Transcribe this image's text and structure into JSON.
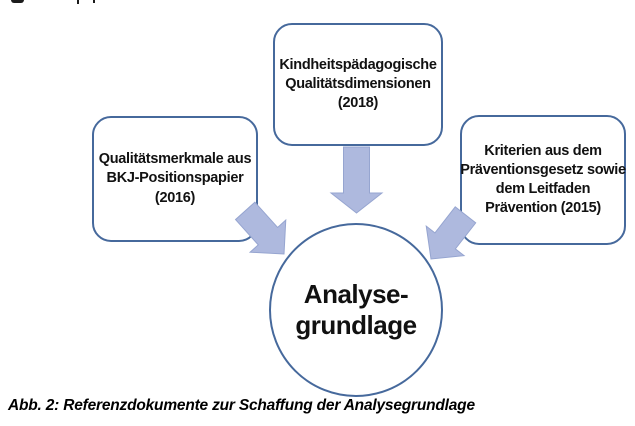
{
  "colors": {
    "box_border": "#46699c",
    "arrow_fill": "#aeb9de",
    "arrow_edge": "#96a5d0",
    "text": "#111111",
    "background": "#ffffff"
  },
  "diagram": {
    "boxes": [
      {
        "id": "left",
        "text": "Qualitätsmerkmale aus\nBKJ-Positionspapier\n(2016)"
      },
      {
        "id": "top",
        "text": "Kindheitspädagogische\nQualitätsdimensionen\n(2018)"
      },
      {
        "id": "right",
        "text": "Kriterien aus dem\nPräventionsgesetz sowie\ndem Leitfaden\nPrävention (2015)"
      }
    ],
    "center": {
      "text": "Analyse-\ngrundlage"
    },
    "arrows": [
      {
        "name": "arrow-from-top-box"
      },
      {
        "name": "arrow-from-left-box"
      },
      {
        "name": "arrow-from-right-box"
      }
    ],
    "caption": "Abb. 2: Referenzdokumente zur Schaffung der Analysegrundlage"
  }
}
